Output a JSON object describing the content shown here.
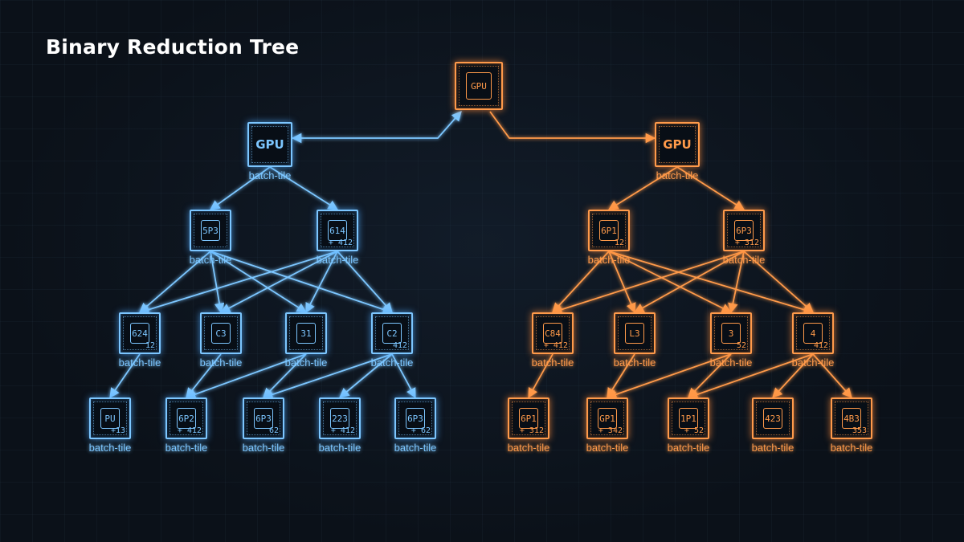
{
  "title": "Binary Reduction Tree",
  "colors": {
    "blue": "#7cc6ff",
    "orange": "#ff9a4a",
    "background": "#0b1119"
  },
  "top_node": {
    "label": "GPU"
  },
  "trees": {
    "left": {
      "root": {
        "label": "GPU",
        "caption": "batch-tile"
      },
      "level1": [
        {
          "label": "5P3",
          "caption": "batch-tile"
        },
        {
          "label": "614",
          "sub": "+ 412",
          "caption": "batch-tile"
        }
      ],
      "level2": [
        {
          "label": "624",
          "sub": "12",
          "caption": "batch-tile"
        },
        {
          "label": "C3",
          "caption": "batch-tile"
        },
        {
          "label": "31",
          "caption": "batch-tile"
        },
        {
          "label": "C2",
          "sub": "412",
          "caption": "batch-tile"
        }
      ],
      "level3": [
        {
          "label": "PU",
          "sub": "+13",
          "caption": "batch-tile"
        },
        {
          "label": "6P2",
          "sub": "+ 412",
          "caption": "batch-tile"
        },
        {
          "label": "6P3",
          "sub": "62",
          "caption": "batch-tile"
        },
        {
          "label": "223",
          "sub": "+ 412",
          "caption": "batch-tile"
        },
        {
          "label": "6P3",
          "sub": "+ 62",
          "caption": "batch-tile"
        }
      ]
    },
    "right": {
      "root": {
        "label": "GPU",
        "caption": "batch-tile"
      },
      "level1": [
        {
          "label": "6P1",
          "sub": "12",
          "caption": "batch-tile"
        },
        {
          "label": "6P3",
          "sub": "+ 312",
          "caption": "batch-tile"
        }
      ],
      "level2": [
        {
          "label": "C84",
          "sub": "+ 412",
          "caption": "batch-tile"
        },
        {
          "label": "L3",
          "caption": "batch-tile"
        },
        {
          "label": "3",
          "sub": "52",
          "caption": "batch-tile"
        },
        {
          "label": "4",
          "sub": "412",
          "caption": "batch-tile"
        }
      ],
      "level3": [
        {
          "label": "6P1",
          "sub": "+ 312",
          "caption": "batch-tile"
        },
        {
          "label": "GP1",
          "sub": "+ 342",
          "caption": "batch-tile"
        },
        {
          "label": "1P1",
          "sub": "+ 52",
          "caption": "batch-tile"
        },
        {
          "label": "423",
          "caption": "batch-tile"
        },
        {
          "label": "4B3",
          "sub": "353",
          "caption": "batch-tile"
        }
      ]
    }
  }
}
